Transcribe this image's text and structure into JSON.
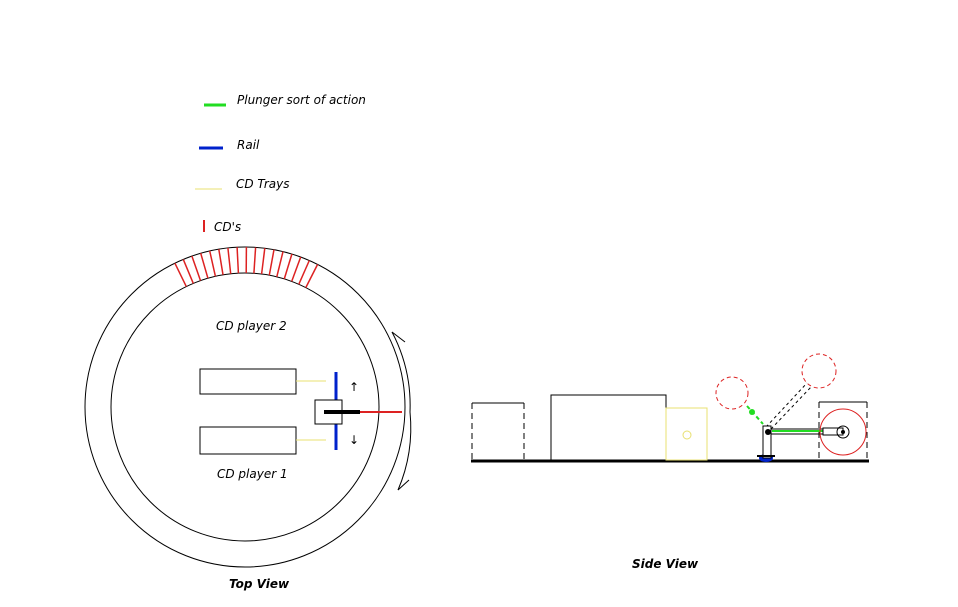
{
  "legend": {
    "items": [
      {
        "label": "Plunger sort of action",
        "color": "#22dd22"
      },
      {
        "label": "Rail",
        "color": "#0022cc"
      },
      {
        "label": "CD Trays",
        "color": "#e8e070"
      },
      {
        "label": "CD's",
        "color": "#dd2222"
      }
    ]
  },
  "top_view": {
    "title": "Top View",
    "player_top_label": "CD player 2",
    "player_bottom_label": "CD player 1",
    "up_arrow": "↑",
    "down_arrow": "↓"
  },
  "side_view": {
    "title": "Side View"
  },
  "colors": {
    "plunger": "#22dd22",
    "rail": "#0022cc",
    "tray": "#e8e070",
    "cd": "#dd2222",
    "line": "#000000"
  }
}
